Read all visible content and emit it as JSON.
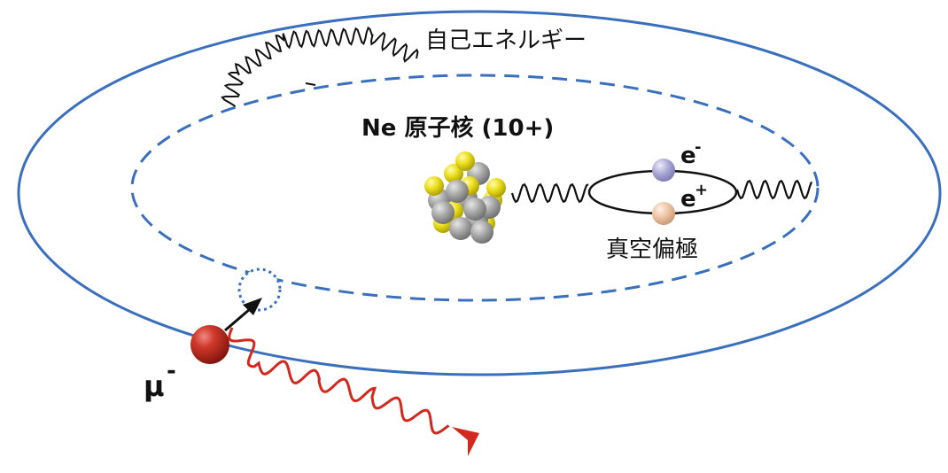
{
  "labels": {
    "self_energy": "自己エネルギー",
    "nucleus_prefix": "Ne",
    "nucleus_rest": " 原子核 (10+)",
    "vacuum_polarization": "真空偏極",
    "electron": "e",
    "electron_charge": "-",
    "positron": "e",
    "positron_charge": "+",
    "muon": "μ",
    "muon_charge": "-"
  },
  "colors": {
    "orbit": "#3a6fbd",
    "muon": "#c0281c",
    "photon_emitted": "#d2281e",
    "nucleus_proton": "#e8d21a",
    "nucleus_neutron": "#9a9a9a",
    "electron": "#a9a6d3",
    "positron": "#ecc4a6"
  }
}
